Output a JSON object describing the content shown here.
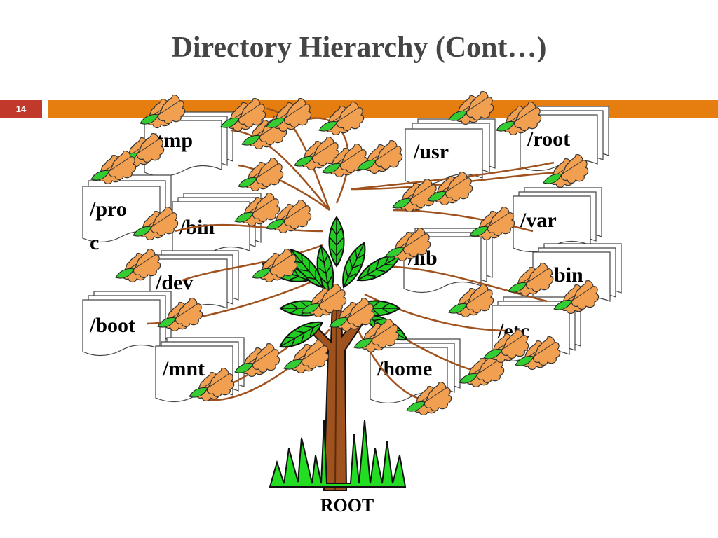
{
  "slide": {
    "title": "Directory Hierarchy (Cont…)",
    "number": "14"
  },
  "diagram": {
    "root_label": "ROOT",
    "directories": {
      "tmp": "/tmp",
      "usr": "/usr",
      "root": "/root",
      "proc_line1": "/pro",
      "proc_line2": "c",
      "bin": "/bin",
      "var": "/var",
      "lib": "/lib",
      "sbin": "/sbin",
      "dev": "/dev",
      "boot": "/boot",
      "etc": "/etc",
      "mnt": "/mnt",
      "home": "/home"
    }
  },
  "colors": {
    "accent_red": "#c0392b",
    "accent_orange": "#e67e0f",
    "leaf_green": "#33cc33",
    "leaf_orange": "#f0a050",
    "branch_brown": "#a0521e",
    "grass_green": "#22dd22"
  }
}
